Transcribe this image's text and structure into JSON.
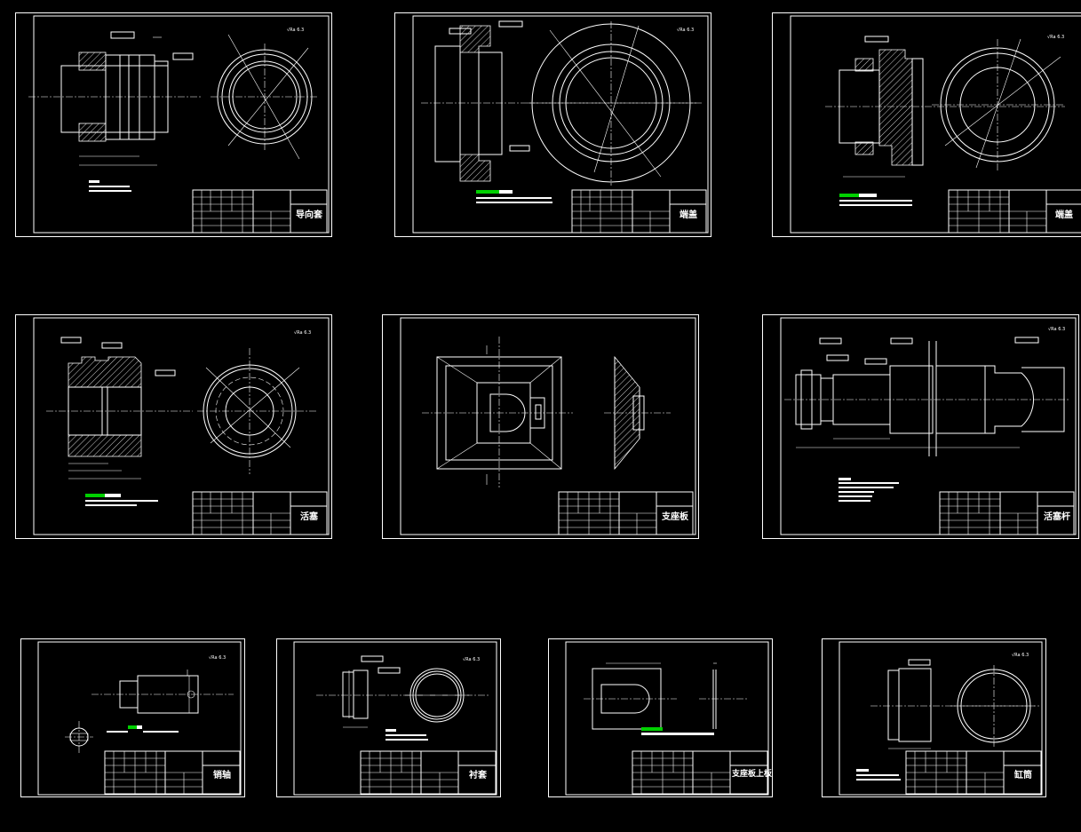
{
  "sheets": [
    {
      "id": "s1",
      "title": "导向套"
    },
    {
      "id": "s2",
      "title": "端盖"
    },
    {
      "id": "s3",
      "title": "端盖"
    },
    {
      "id": "s4",
      "title": "活塞"
    },
    {
      "id": "s5",
      "title": "支座板"
    },
    {
      "id": "s6",
      "title": "活塞杆"
    },
    {
      "id": "s7",
      "title": "销轴"
    },
    {
      "id": "s8",
      "title": "衬套"
    },
    {
      "id": "s9",
      "title": "支座板上板"
    },
    {
      "id": "s10",
      "title": "缸筒"
    }
  ],
  "colors": {
    "background": "#000000",
    "line": "#ffffff",
    "note_highlight": "#00d000"
  }
}
